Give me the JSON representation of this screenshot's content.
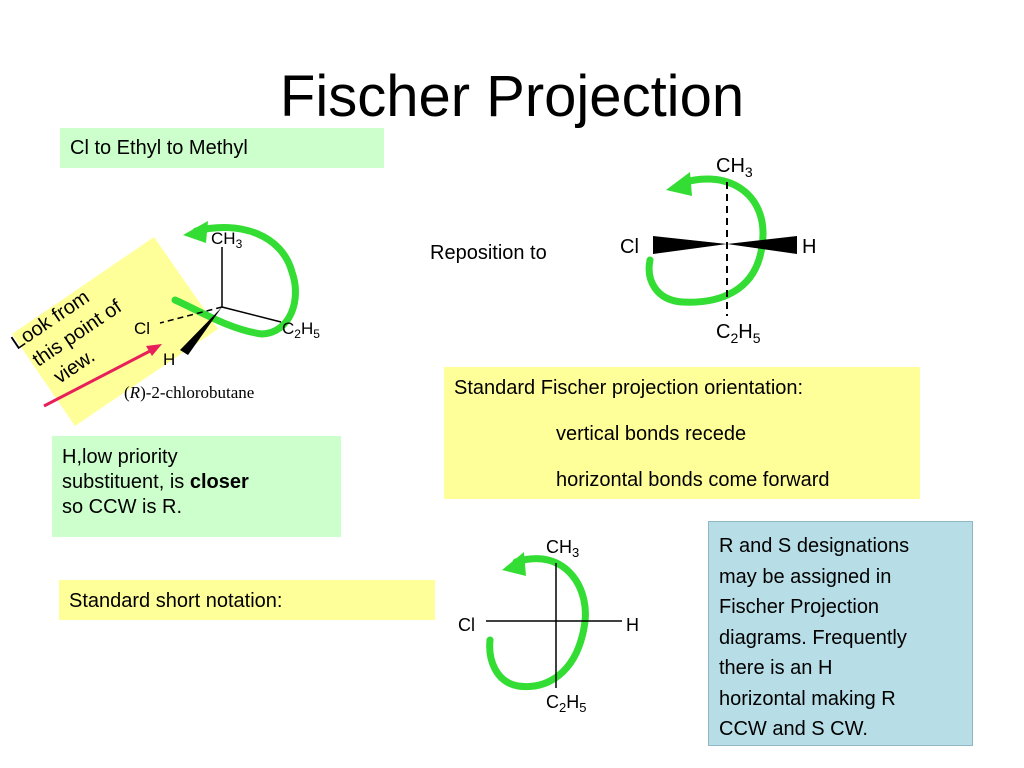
{
  "slide": {
    "title": "Fischer Projection",
    "boxes": {
      "priority_order": "Cl to Ethyl to Methyl",
      "low_priority_line1": "H,low priority",
      "low_priority_line2_pre": "substituent, is ",
      "low_priority_line2_bold": "closer",
      "low_priority_line3": "so CCW is R.",
      "standard_short": "Standard short notation:",
      "std_orientation_title": "Standard Fischer projection orientation:",
      "std_vertical": "vertical bonds recede",
      "std_horizontal": "horizontal bonds come forward",
      "rs_lines": [
        "R and S designations",
        "may be assigned in",
        "Fischer Projection",
        "diagrams. Frequently",
        "there is an H",
        "horizontal making R",
        "CCW and S CW."
      ]
    },
    "note": {
      "lines": [
        "Look from",
        "this point of",
        "view."
      ]
    },
    "reposition_label": "Reposition to"
  },
  "molecule": {
    "ch3": "CH",
    "ch3_sub": "3",
    "c2h5_c": "C",
    "c2h5_sub2": "2",
    "c2h5_h": "H",
    "c2h5_sub5": "5",
    "cl": "Cl",
    "h": "H",
    "name_r": "R",
    "name_rest": ")-2-chlorobutane",
    "name_open": "("
  },
  "colors": {
    "arrow_green": "#33dd33",
    "pointer_red": "#e8205a",
    "green_box": "#ccffcc",
    "yellow_box": "#ffff99",
    "blue_box": "#b7dde6"
  }
}
